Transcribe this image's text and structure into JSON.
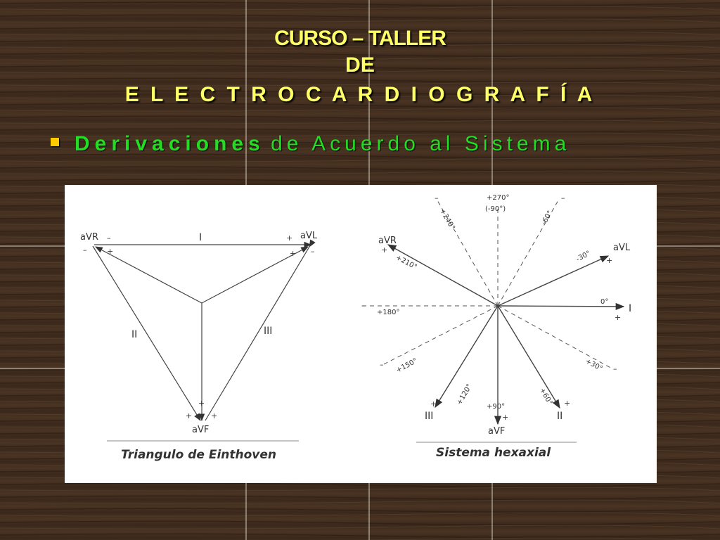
{
  "slide": {
    "title_line1": "CURSO – TALLER",
    "title_line2": "DE",
    "title_line3": "E L E C T R O C A R D I O G R A F Í A",
    "bullet_bold": "Derivaciones",
    "bullet_rest": "de Acuerdo al Sistema",
    "colors": {
      "title": "#ffff66",
      "bullet_text": "#22dd22",
      "bullet_mark": "#ffcc00",
      "background": "#3d2a1c"
    }
  },
  "einthoven": {
    "caption": "Triangulo de Einthoven",
    "label_avr": "aVR",
    "label_avl": "aVL",
    "label_avf": "aVF",
    "label_i": "I",
    "label_ii": "II",
    "label_iii": "III",
    "minus": "–",
    "plus": "+"
  },
  "hexaxial": {
    "caption": "Sistema hexaxial",
    "lead_avr": "aVR",
    "lead_avl": "aVL",
    "lead_i": "I",
    "lead_ii": "II",
    "lead_iii": "III",
    "lead_avf": "aVF",
    "deg_270": "+270°",
    "deg_m90": "(-90°)",
    "deg_240": "+240°",
    "deg_m60": "-60°",
    "deg_210": "+210°",
    "deg_m30": "-30°",
    "deg_180": "+180°",
    "deg_0": "0°",
    "deg_150": "+150°",
    "deg_30": "+30°",
    "deg_120": "+120°",
    "deg_90": "+90°",
    "deg_60": "+60°",
    "minus": "–",
    "plus": "+"
  }
}
